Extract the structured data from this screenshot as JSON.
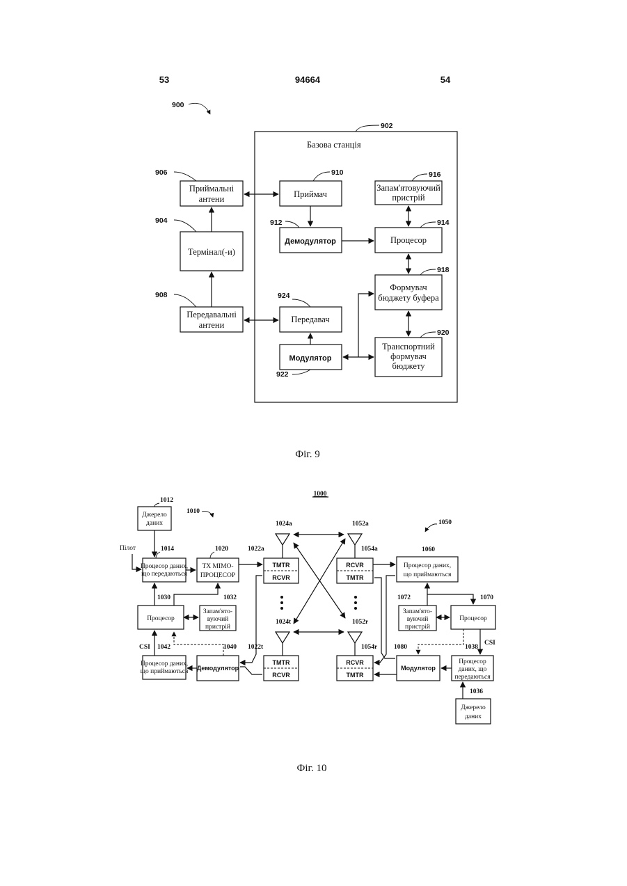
{
  "header": {
    "left_page": "53",
    "patent_no": "94664",
    "right_page": "54"
  },
  "fig9": {
    "caption": "Фіг. 9",
    "refs": {
      "system": "900",
      "station": "902",
      "terminal": "904",
      "rx_ant": "906",
      "tx_ant": "908",
      "receiver": "910",
      "demod": "912",
      "processor": "914",
      "memory": "916",
      "buffer_budget": "918",
      "transport_budget": "920",
      "modulator": "922",
      "transmitter": "924"
    },
    "labels": {
      "station": "Базова станція",
      "rx_ant": [
        "Приймальні",
        "антени"
      ],
      "terminal": "Термінал(-и)",
      "tx_ant": [
        "Передавальні",
        "антени"
      ],
      "receiver": "Приймач",
      "demod": "Демодулятор",
      "processor": "Процесор",
      "memory": [
        "Запам'ятовуючий",
        "пристрій"
      ],
      "buffer_budget": [
        "Формувач",
        "бюджету буфера"
      ],
      "transmitter": "Передавач",
      "modulator": "Модулятор",
      "transport_budget": [
        "Транспортний",
        "формувач",
        "бюджету"
      ]
    }
  },
  "fig10": {
    "caption": "Фіг. 10",
    "title": "1000",
    "refs": {
      "tx_system": "1010",
      "rx_system": "1050",
      "src1": "1012",
      "txproc": "1014",
      "mimo": "1020",
      "tmtr_a": "1022a",
      "tmtr_t": "1022t",
      "ant_a": "1024a",
      "ant_t": "1024t",
      "proc1": "1030",
      "mem1": "1032",
      "demod1": "1040",
      "rxproc1": "1042",
      "ant_ra": "1052a",
      "ant_rr": "1052r",
      "rcvr_a": "1054a",
      "rcvr_r": "1054r",
      "rxproc2": "1060",
      "mem2": "1072",
      "proc2": "1070",
      "txproc2": "1038",
      "mod2": "1080",
      "src2": "1036"
    },
    "labels": {
      "pilot": "Пілот",
      "csi_left": "CSI",
      "csi_right": "CSI",
      "src1": [
        "Джерело",
        "даних"
      ],
      "txproc": [
        "Процесор даних,",
        "що передаються"
      ],
      "mimo": [
        "TX MIMO-",
        "ПРОЦЕСОР"
      ],
      "tmtr": "TMTR",
      "rcvr": "RCVR",
      "proc1": "Процесор",
      "mem1": [
        "Запам'ято-",
        "вуючий",
        "пристрій"
      ],
      "demod1": "Демодулятор",
      "rxproc1": [
        "Процесор даних,",
        "що приймаються"
      ],
      "rxproc2": [
        "Процесор даних,",
        "що приймаються"
      ],
      "mem2": [
        "Запам'ято-",
        "вуючий",
        "пристрій"
      ],
      "proc2": "Процесор",
      "mod2": "Модулятор",
      "txproc2": [
        "Процесор",
        "даних, що",
        "передаються"
      ],
      "src2": [
        "Джерело",
        "даних"
      ]
    }
  }
}
